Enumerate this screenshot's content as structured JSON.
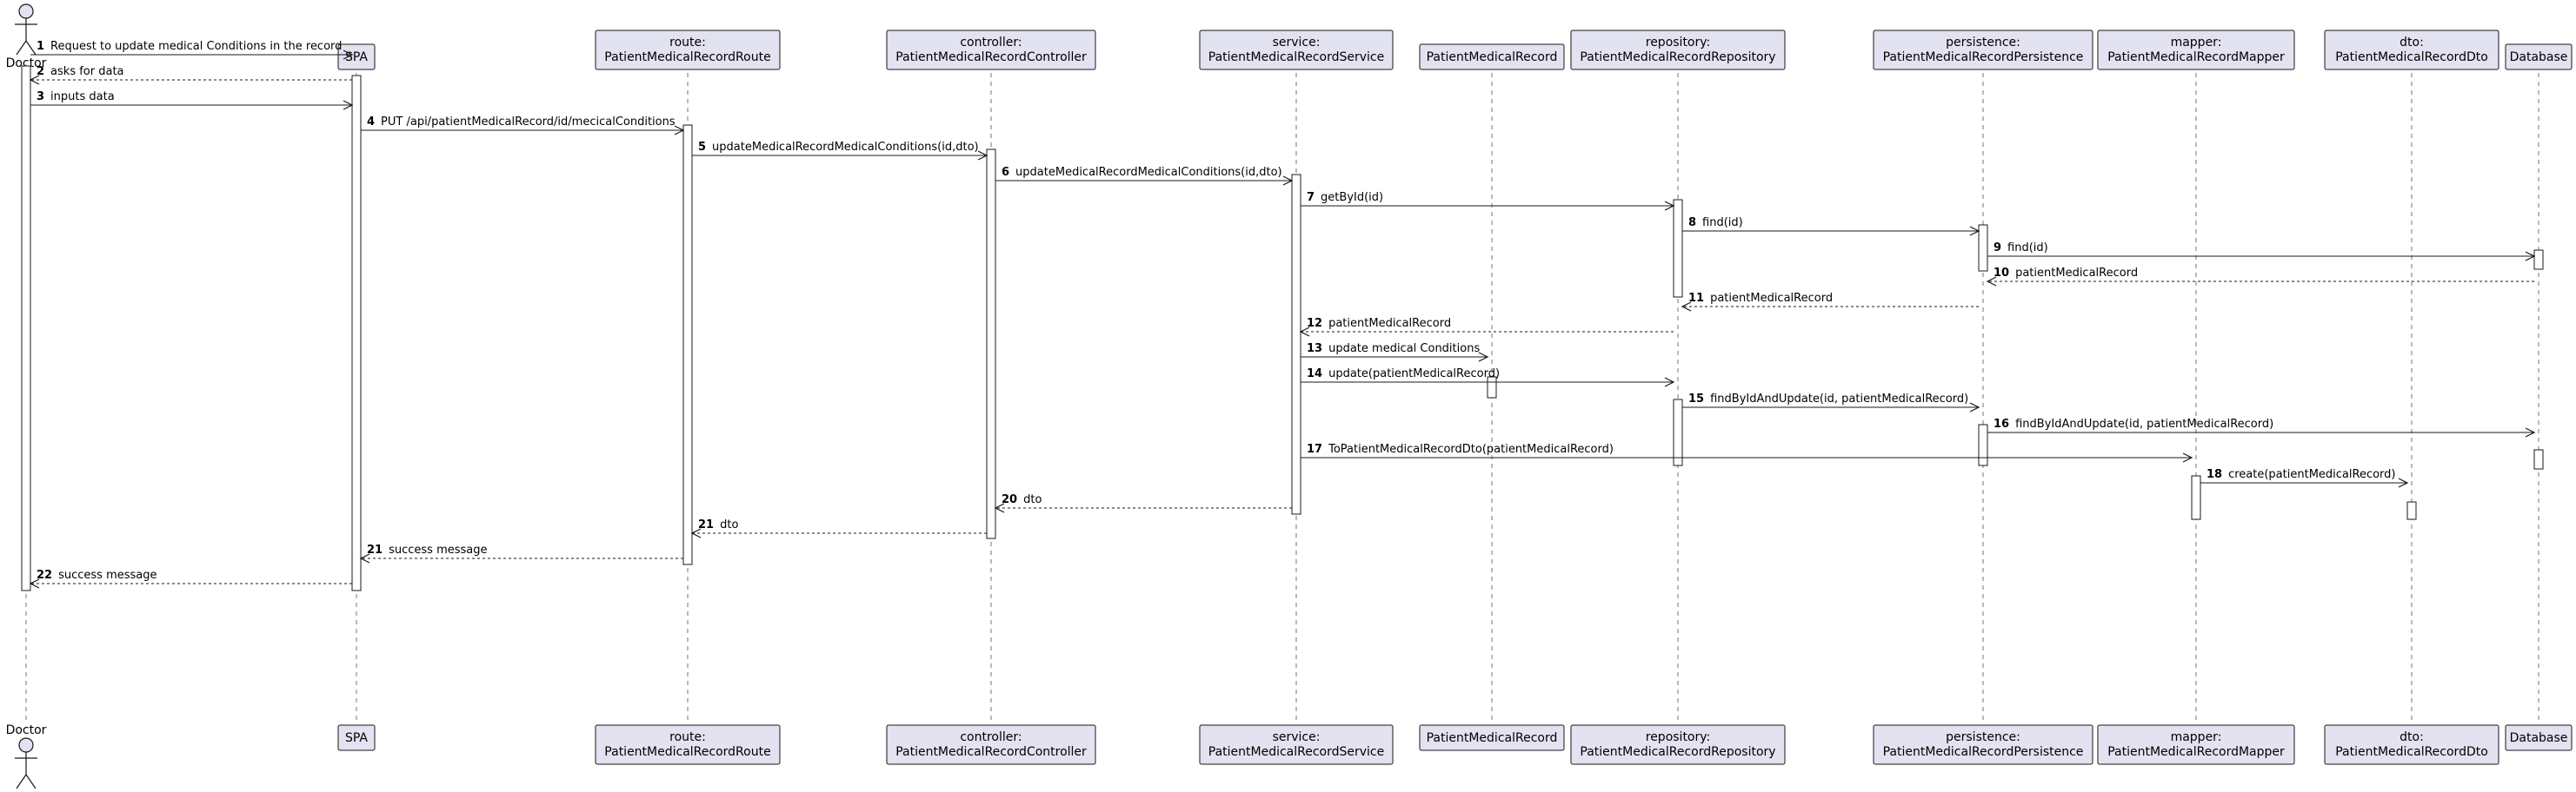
{
  "diagram": {
    "participants": [
      {
        "id": "doctor",
        "kind": "actor",
        "label_lines": [
          "Doctor"
        ]
      },
      {
        "id": "spa",
        "kind": "box",
        "label_lines": [
          "SPA"
        ]
      },
      {
        "id": "route",
        "kind": "box",
        "label_lines": [
          "route:",
          "PatientMedicalRecordRoute"
        ]
      },
      {
        "id": "controller",
        "kind": "box",
        "label_lines": [
          "controller:",
          "PatientMedicalRecordController"
        ]
      },
      {
        "id": "service",
        "kind": "box",
        "label_lines": [
          "service:",
          "PatientMedicalRecordService"
        ]
      },
      {
        "id": "pmr",
        "kind": "box",
        "label_lines": [
          "PatientMedicalRecord"
        ]
      },
      {
        "id": "repository",
        "kind": "box",
        "label_lines": [
          "repository:",
          "PatientMedicalRecordRepository"
        ]
      },
      {
        "id": "persistence",
        "kind": "box",
        "label_lines": [
          "persistence:",
          "PatientMedicalRecordPersistence"
        ]
      },
      {
        "id": "mapper",
        "kind": "box",
        "label_lines": [
          "mapper:",
          "PatientMedicalRecordMapper"
        ]
      },
      {
        "id": "dto",
        "kind": "box",
        "label_lines": [
          "dto:",
          "PatientMedicalRecordDto"
        ]
      },
      {
        "id": "database",
        "kind": "box",
        "label_lines": [
          "Database"
        ]
      }
    ],
    "messages": [
      {
        "num": "1",
        "from": "doctor",
        "to": "spa",
        "text": "Request to update medical Conditions in the record",
        "style": "sync"
      },
      {
        "num": "2",
        "from": "spa",
        "to": "doctor",
        "text": "asks for data",
        "style": "return"
      },
      {
        "num": "3",
        "from": "doctor",
        "to": "spa",
        "text": "inputs data",
        "style": "sync"
      },
      {
        "num": "4",
        "from": "spa",
        "to": "route",
        "text": "PUT /api/patientMedicalRecord/id/mecicalConditions",
        "style": "sync"
      },
      {
        "num": "5",
        "from": "route",
        "to": "controller",
        "text": "updateMedicalRecordMedicalConditions(id,dto)",
        "style": "sync"
      },
      {
        "num": "6",
        "from": "controller",
        "to": "service",
        "text": "updateMedicalRecordMedicalConditions(id,dto)",
        "style": "sync"
      },
      {
        "num": "7",
        "from": "service",
        "to": "repository",
        "text": "getById(id)",
        "style": "sync"
      },
      {
        "num": "8",
        "from": "repository",
        "to": "persistence",
        "text": "find(id)",
        "style": "sync"
      },
      {
        "num": "9",
        "from": "persistence",
        "to": "database",
        "text": "find(id)",
        "style": "sync"
      },
      {
        "num": "10",
        "from": "database",
        "to": "persistence",
        "text": "patientMedicalRecord",
        "style": "return"
      },
      {
        "num": "11",
        "from": "persistence",
        "to": "repository",
        "text": "patientMedicalRecord",
        "style": "return"
      },
      {
        "num": "12",
        "from": "repository",
        "to": "service",
        "text": "patientMedicalRecord",
        "style": "return"
      },
      {
        "num": "13",
        "from": "service",
        "to": "pmr",
        "text": "update medical Conditions",
        "style": "sync"
      },
      {
        "num": "14",
        "from": "service",
        "to": "repository",
        "text": "update(patientMedicalRecord)",
        "style": "sync"
      },
      {
        "num": "15",
        "from": "repository",
        "to": "persistence",
        "text": "findByIdAndUpdate(id, patientMedicalRecord)",
        "style": "sync"
      },
      {
        "num": "16",
        "from": "persistence",
        "to": "database",
        "text": "findByIdAndUpdate(id, patientMedicalRecord)",
        "style": "sync"
      },
      {
        "num": "17",
        "from": "service",
        "to": "mapper",
        "text": "ToPatientMedicalRecordDto(patientMedicalRecord)",
        "style": "sync"
      },
      {
        "num": "18",
        "from": "mapper",
        "to": "dto",
        "text": "create(patientMedicalRecord)",
        "style": "sync"
      },
      {
        "num": "20",
        "from": "service",
        "to": "controller",
        "text": "dto",
        "style": "return"
      },
      {
        "num": "21",
        "from": "controller",
        "to": "route",
        "text": "dto",
        "style": "return"
      },
      {
        "num": "21",
        "from": "route",
        "to": "spa",
        "text": "success message",
        "style": "return"
      },
      {
        "num": "22",
        "from": "spa",
        "to": "doctor",
        "text": "success message",
        "style": "return"
      }
    ],
    "colors": {
      "participant_fill": "#e2e2f0",
      "participant_border": "#181818",
      "line": "#181818",
      "lifeline": "#181818",
      "activation_fill": "#ffffff"
    }
  }
}
